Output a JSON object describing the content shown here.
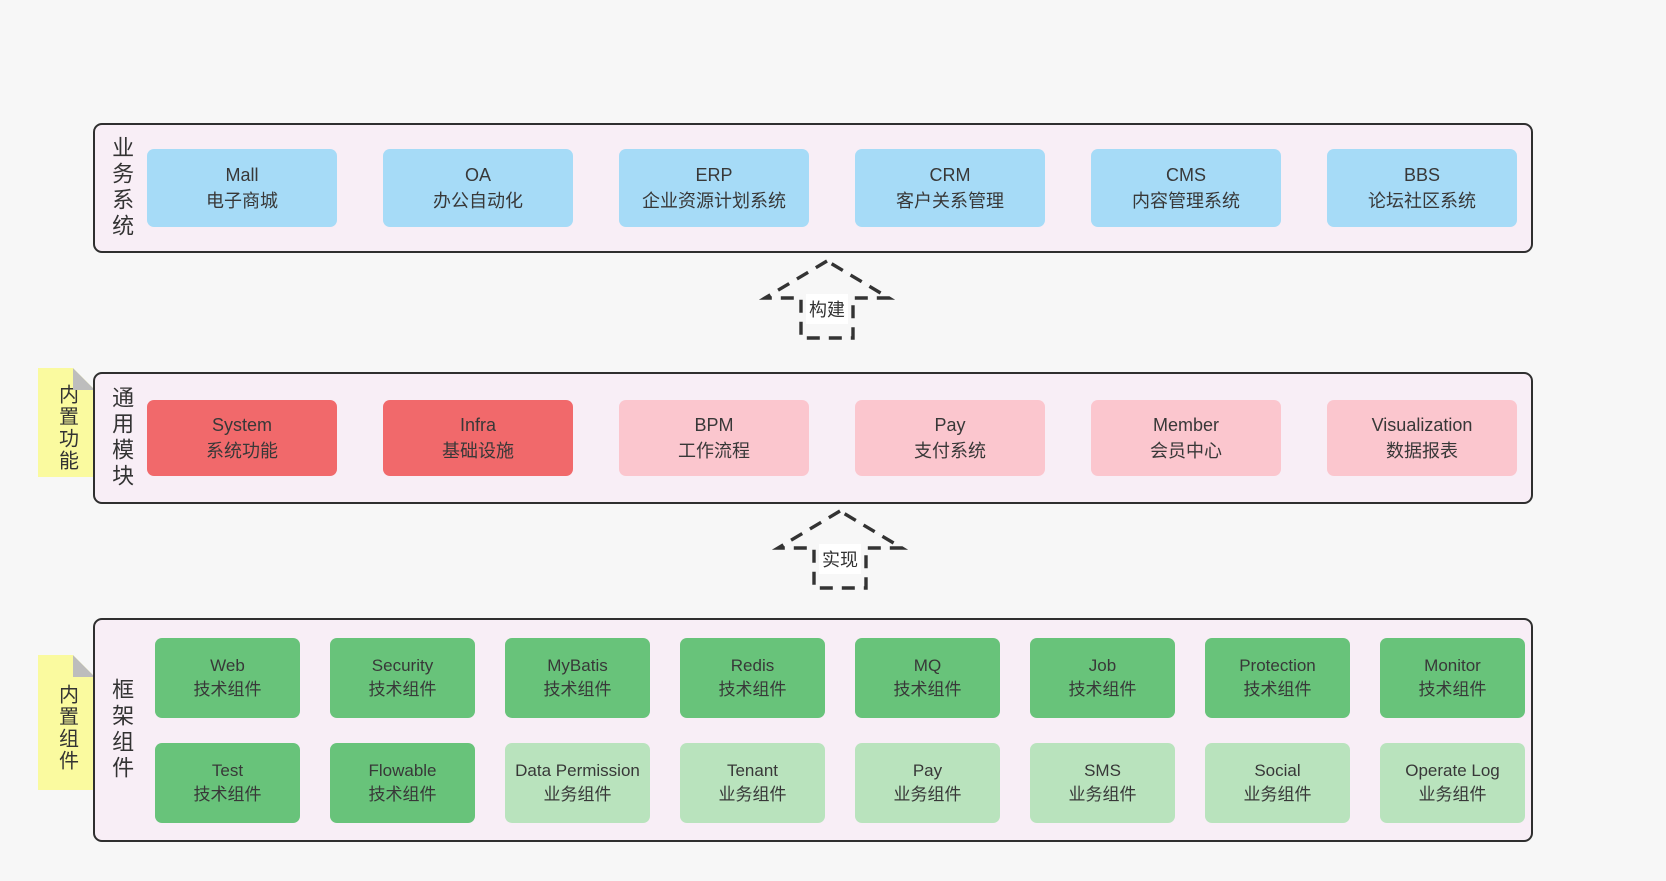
{
  "colors": {
    "page_bg": "#f7f7f7",
    "panel_bg": "#f8eef6",
    "panel_border": "#2f2f2f",
    "box_blue": "#a6dbf7",
    "box_red": "#f1696b",
    "box_pink": "#fbc6ce",
    "box_green": "#68c37a",
    "box_light_green": "#b9e3bd",
    "sticky_yellow": "#fafa9f",
    "sticky_fold_gray": "#bdbdbd",
    "text": "#383838"
  },
  "sections": [
    {
      "label": "业务系统",
      "boxes": [
        {
          "name": "Mall",
          "desc": "电子商城",
          "variant": "blue"
        },
        {
          "name": "OA",
          "desc": "办公自动化",
          "variant": "blue"
        },
        {
          "name": "ERP",
          "desc": "企业资源计划系统",
          "variant": "blue"
        },
        {
          "name": "CRM",
          "desc": "客户关系管理",
          "variant": "blue"
        },
        {
          "name": "CMS",
          "desc": "内容管理系统",
          "variant": "blue"
        },
        {
          "name": "BBS",
          "desc": "论坛社区系统",
          "variant": "blue"
        }
      ]
    },
    {
      "label": "通用模块",
      "sticky": "内置功能",
      "boxes": [
        {
          "name": "System",
          "desc": "系统功能",
          "variant": "red"
        },
        {
          "name": "Infra",
          "desc": "基础设施",
          "variant": "red"
        },
        {
          "name": "BPM",
          "desc": "工作流程",
          "variant": "pink"
        },
        {
          "name": "Pay",
          "desc": "支付系统",
          "variant": "pink"
        },
        {
          "name": "Member",
          "desc": "会员中心",
          "variant": "pink"
        },
        {
          "name": "Visualization",
          "desc": "数据报表",
          "variant": "pink"
        }
      ]
    },
    {
      "label": "框架组件",
      "sticky": "内置组件",
      "rows": [
        [
          {
            "name": "Web",
            "desc": "技术组件",
            "variant": "green"
          },
          {
            "name": "Security",
            "desc": "技术组件",
            "variant": "green"
          },
          {
            "name": "MyBatis",
            "desc": "技术组件",
            "variant": "green"
          },
          {
            "name": "Redis",
            "desc": "技术组件",
            "variant": "green"
          },
          {
            "name": "MQ",
            "desc": "技术组件",
            "variant": "green"
          },
          {
            "name": "Job",
            "desc": "技术组件",
            "variant": "green"
          },
          {
            "name": "Protection",
            "desc": "技术组件",
            "variant": "green"
          },
          {
            "name": "Monitor",
            "desc": "技术组件",
            "variant": "green"
          }
        ],
        [
          {
            "name": "Test",
            "desc": "技术组件",
            "variant": "green"
          },
          {
            "name": "Flowable",
            "desc": "技术组件",
            "variant": "green"
          },
          {
            "name": "Data Permission",
            "desc": "业务组件",
            "variant": "lgreen"
          },
          {
            "name": "Tenant",
            "desc": "业务组件",
            "variant": "lgreen"
          },
          {
            "name": "Pay",
            "desc": "业务组件",
            "variant": "lgreen"
          },
          {
            "name": "SMS",
            "desc": "业务组件",
            "variant": "lgreen"
          },
          {
            "name": "Social",
            "desc": "业务组件",
            "variant": "lgreen"
          },
          {
            "name": "Operate Log",
            "desc": "业务组件",
            "variant": "lgreen"
          }
        ]
      ]
    }
  ],
  "arrows": [
    {
      "label": "构建"
    },
    {
      "label": "实现"
    }
  ]
}
